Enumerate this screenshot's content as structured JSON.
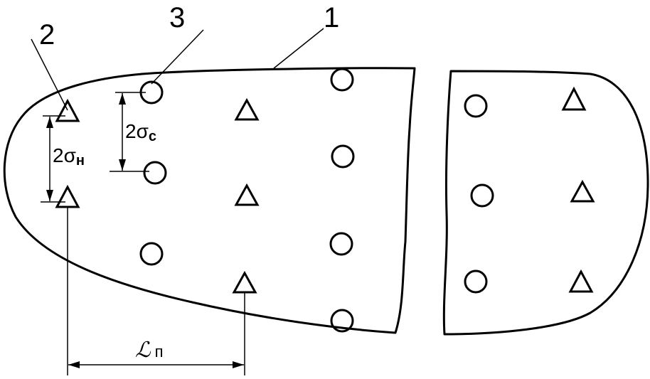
{
  "callouts": {
    "one": "1",
    "two": "2",
    "three": "3"
  },
  "dimensions": {
    "sigma_c": {
      "prefix": "2σ",
      "sub": "c"
    },
    "sigma_n": {
      "prefix": "2σ",
      "sub": "н"
    },
    "length": {
      "symbol": "ℒ",
      "sub": "п"
    }
  },
  "colors": {
    "stroke": "#000000",
    "background": "#ffffff"
  }
}
